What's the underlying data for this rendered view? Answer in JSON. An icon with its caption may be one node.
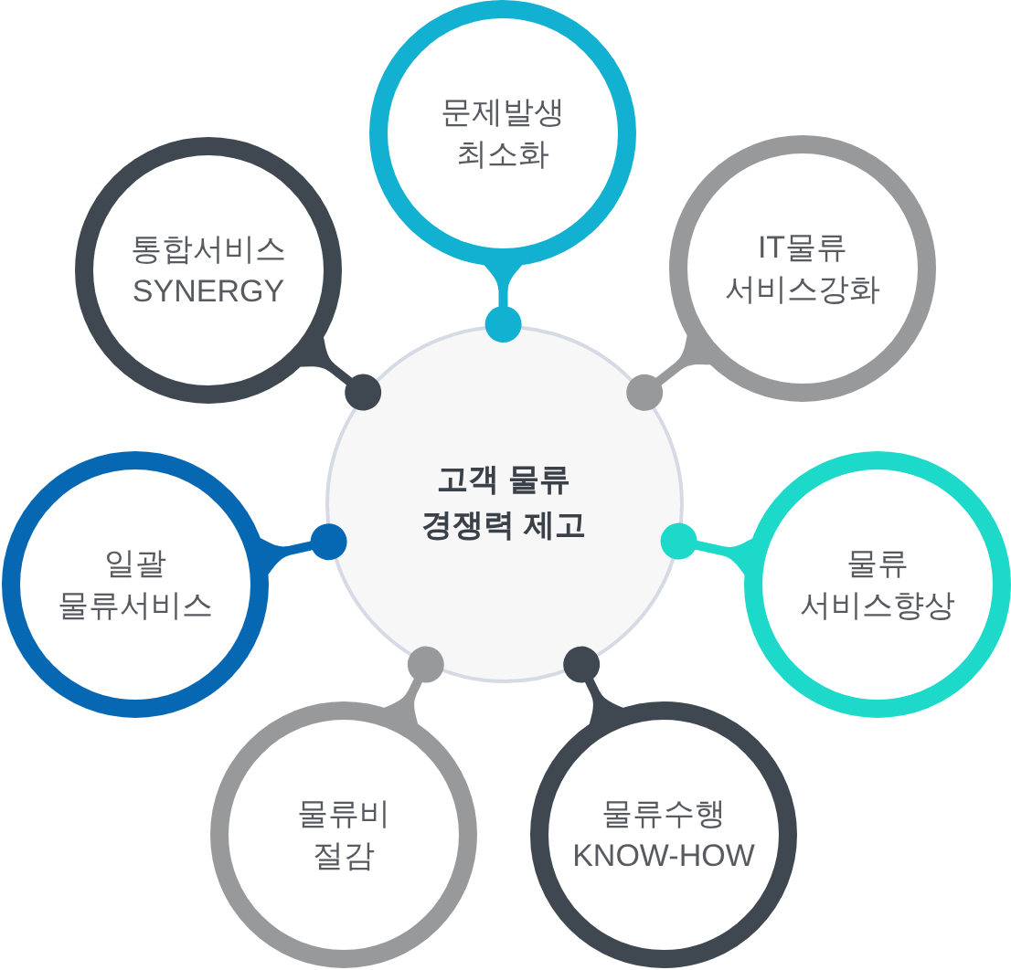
{
  "diagram": {
    "nodes": [
      {
        "text": [
          "고객 물류 경쟁력 제고"
        ]
      },
      {
        "text": [
          "문제발생 최소화"
        ]
      },
      {
        "text": [
          "통합서비스 SYNERGY"
        ]
      },
      {
        "text": [
          "IT물류 서비스강화"
        ]
      },
      {
        "text": [
          "일괄 물류서비스"
        ]
      },
      {
        "text": [
          "물류 서비스향상"
        ]
      },
      {
        "text": [
          "물류비 절감"
        ]
      },
      {
        "text": [
          "물류수행 KNOW-HOW"
        ]
      }
    ],
    "edges": [
      {
        "from": 1,
        "to": 0,
        "arrow": "other",
        "color": "#12b1d1"
      },
      {
        "from": 2,
        "to": 0,
        "arrow": "other",
        "color": "#3f4750"
      },
      {
        "from": 3,
        "to": 0,
        "arrow": "other",
        "color": "#98999b"
      },
      {
        "from": 4,
        "to": 0,
        "arrow": "other",
        "color": "#0668b3"
      },
      {
        "from": 5,
        "to": 0,
        "arrow": "other",
        "color": "#1cd9ca"
      },
      {
        "from": 6,
        "to": 0,
        "arrow": "other",
        "color": "#98999b"
      },
      {
        "from": 7,
        "to": 0,
        "arrow": "other",
        "color": "#3f4750"
      }
    ]
  }
}
